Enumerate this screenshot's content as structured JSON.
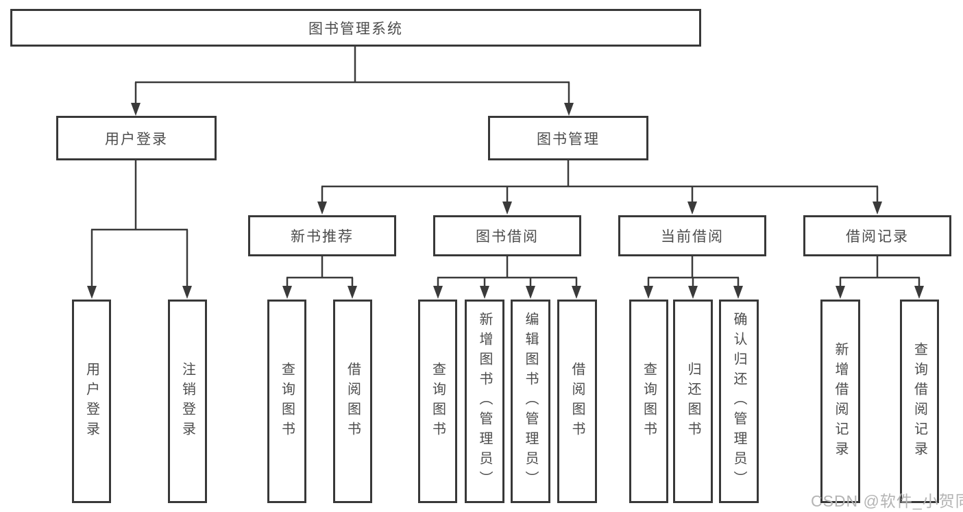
{
  "style": {
    "line_color": "#3a3a3a",
    "box_border_color": "#383838",
    "text_color": "#4c4c4c",
    "watermark_color": "#b4b4b4",
    "background": "#ffffff"
  },
  "tree": {
    "label": "图书管理系统",
    "children": [
      {
        "label": "用户登录",
        "children": [
          {
            "label": "用户登录"
          },
          {
            "label": "注销登录"
          }
        ]
      },
      {
        "label": "图书管理",
        "children": [
          {
            "label": "新书推荐",
            "children": [
              {
                "label": "查询图书"
              },
              {
                "label": "借阅图书"
              }
            ]
          },
          {
            "label": "图书借阅",
            "children": [
              {
                "label": "查询图书"
              },
              {
                "label": "新增图书（管理员）"
              },
              {
                "label": "编辑图书（管理员）"
              },
              {
                "label": "借阅图书"
              }
            ]
          },
          {
            "label": "当前借阅",
            "children": [
              {
                "label": "查询图书"
              },
              {
                "label": "归还图书"
              },
              {
                "label": "确认归还（管理员）"
              }
            ]
          },
          {
            "label": "借阅记录",
            "children": [
              {
                "label": "新增借阅记录"
              },
              {
                "label": "查询借阅记录"
              }
            ]
          }
        ]
      }
    ]
  },
  "watermark": {
    "text": "CSDN @软件_小贺同学"
  }
}
